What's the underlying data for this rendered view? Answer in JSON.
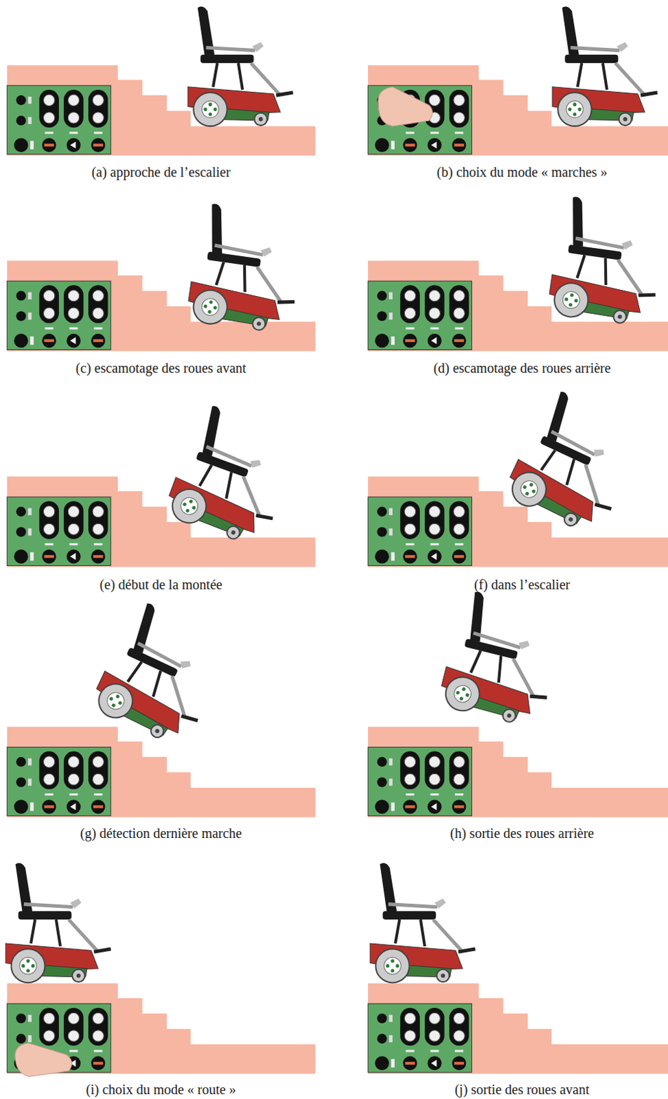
{
  "diagram": {
    "labels": [
      "(a) approche de l’escalier",
      "(b) choix du mode « marches »",
      "(c) escamotage des roues avant",
      "(d) escamotage des roues arrière",
      "(e) début de la montée",
      "(f) dans l’escalier",
      "(g) détection dernière marche",
      "(h) sortie des roues arrière",
      "(i) choix du mode « route »",
      "(j) sortie des roues avant"
    ]
  }
}
